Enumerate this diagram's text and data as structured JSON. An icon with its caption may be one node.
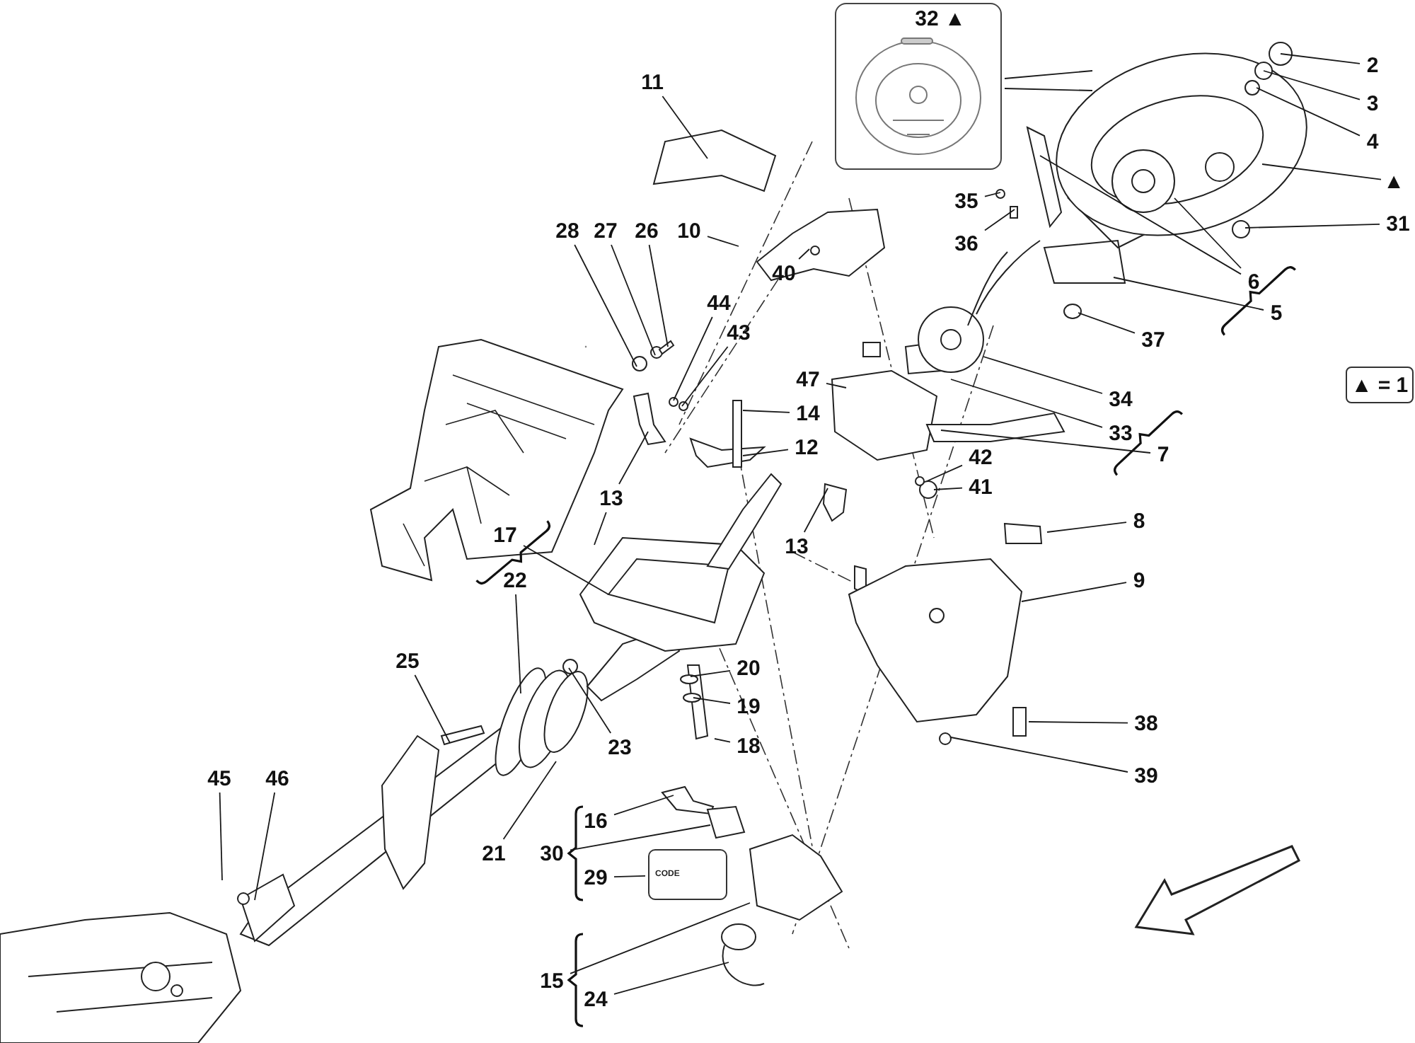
{
  "diagram": {
    "nodes": [
      {
        "text": [],
        "shape": "box"
      },
      {
        "text": [
          "32 ▲"
        ],
        "in": 0
      },
      {
        "text": [
          "2"
        ]
      },
      {
        "text": [
          "3"
        ]
      },
      {
        "text": [
          "11"
        ]
      },
      {
        "text": [
          "4"
        ]
      },
      {
        "text": [
          "▲"
        ]
      },
      {
        "text": [
          "35"
        ]
      },
      {
        "text": [
          "31"
        ]
      },
      {
        "text": [
          "10"
        ]
      },
      {
        "text": [
          "26"
        ]
      },
      {
        "text": [
          "27"
        ]
      },
      {
        "text": [
          "28"
        ]
      },
      {
        "text": [
          "36"
        ]
      },
      {
        "text": [
          "40"
        ]
      },
      {
        "text": [
          "6"
        ]
      },
      {
        "text": [
          "5"
        ]
      },
      {
        "text": [
          "44"
        ]
      },
      {
        "text": [
          "43"
        ]
      },
      {
        "text": [
          "37"
        ]
      },
      {
        "text": [
          "47"
        ]
      },
      {
        "text": [
          "▲ = 1"
        ]
      },
      {
        "text": [
          "34"
        ]
      },
      {
        "text": [
          "14"
        ]
      },
      {
        "text": [
          "33"
        ]
      },
      {
        "text": [
          "12"
        ]
      },
      {
        "text": [
          "7"
        ]
      },
      {
        "text": [
          "42"
        ]
      },
      {
        "text": [
          "41"
        ]
      },
      {
        "text": [
          "13"
        ]
      },
      {
        "text": [
          "13"
        ]
      },
      {
        "text": [
          "8"
        ]
      },
      {
        "text": [
          "17"
        ]
      },
      {
        "text": [
          "22"
        ]
      },
      {
        "text": [
          "9"
        ]
      },
      {
        "text": [
          "25"
        ]
      },
      {
        "text": [
          "20"
        ]
      },
      {
        "text": [
          "19"
        ]
      },
      {
        "text": [
          "18"
        ]
      },
      {
        "text": [
          "23"
        ]
      },
      {
        "text": [
          "38"
        ]
      },
      {
        "text": [
          "39"
        ]
      },
      {
        "text": [
          "45"
        ]
      },
      {
        "text": [
          "46"
        ]
      },
      {
        "text": [
          "16"
        ]
      },
      {
        "text": [
          "30"
        ]
      },
      {
        "text": [
          "21"
        ]
      },
      {
        "text": [
          "29"
        ]
      },
      {
        "text": [
          "15"
        ]
      },
      {
        "text": [
          "24"
        ]
      },
      {
        "text": [
          "CODE"
        ]
      }
    ],
    "edges": [
      {
        "from": 0,
        "to": null,
        "arrow": "none"
      },
      {
        "from": 0,
        "to": null,
        "arrow": "none"
      },
      {
        "from": 1,
        "to": null,
        "arrow": "none"
      },
      {
        "from": 2,
        "to": null,
        "arrow": "none"
      },
      {
        "from": 3,
        "to": null,
        "arrow": "none"
      },
      {
        "from": 4,
        "to": null,
        "arrow": "none"
      },
      {
        "from": 5,
        "to": null,
        "arrow": "none"
      },
      {
        "from": 6,
        "to": null,
        "arrow": "none"
      },
      {
        "from": 7,
        "to": null,
        "arrow": "none"
      },
      {
        "from": 8,
        "to": null,
        "arrow": "none"
      },
      {
        "from": 9,
        "to": null,
        "arrow": "none"
      },
      {
        "from": 10,
        "to": null,
        "arrow": "none"
      },
      {
        "from": 11,
        "to": null,
        "arrow": "none"
      },
      {
        "from": 12,
        "to": null,
        "arrow": "none"
      },
      {
        "from": 13,
        "to": null,
        "arrow": "none"
      },
      {
        "from": 14,
        "to": null,
        "arrow": "none"
      },
      {
        "from": 15,
        "to": null,
        "arrow": "none"
      },
      {
        "from": 15,
        "to": null,
        "arrow": "none"
      },
      {
        "from": 16,
        "to": null,
        "arrow": "none"
      },
      {
        "from": 17,
        "to": null,
        "arrow": "none"
      },
      {
        "from": 18,
        "to": null,
        "arrow": "none"
      },
      {
        "from": 19,
        "to": null,
        "arrow": "none"
      },
      {
        "from": 20,
        "to": null,
        "arrow": "none"
      },
      {
        "from": 22,
        "to": null,
        "arrow": "none"
      },
      {
        "from": 23,
        "to": null,
        "arrow": "none"
      },
      {
        "from": 24,
        "to": null,
        "arrow": "none"
      },
      {
        "from": 25,
        "to": null,
        "arrow": "none"
      },
      {
        "from": 26,
        "to": null,
        "arrow": "none"
      },
      {
        "from": 27,
        "to": null,
        "arrow": "none"
      },
      {
        "from": 28,
        "to": null,
        "arrow": "none"
      },
      {
        "from": 29,
        "to": null,
        "arrow": "none"
      },
      {
        "from": 29,
        "to": null,
        "arrow": "none"
      },
      {
        "from": 30,
        "to": null,
        "arrow": "none"
      },
      {
        "from": 31,
        "to": null,
        "arrow": "none"
      },
      {
        "from": 32,
        "to": null,
        "arrow": "none"
      },
      {
        "from": 33,
        "to": null,
        "arrow": "none"
      },
      {
        "from": 34,
        "to": null,
        "arrow": "none"
      },
      {
        "from": 35,
        "to": null,
        "arrow": "none"
      },
      {
        "from": 36,
        "to": null,
        "arrow": "none"
      },
      {
        "from": 37,
        "to": null,
        "arrow": "none"
      },
      {
        "from": 38,
        "to": null,
        "arrow": "none"
      },
      {
        "from": 39,
        "to": null,
        "arrow": "none"
      },
      {
        "from": 40,
        "to": null,
        "arrow": "none"
      },
      {
        "from": 41,
        "to": null,
        "arrow": "none"
      },
      {
        "from": 42,
        "to": null,
        "arrow": "none"
      },
      {
        "from": 43,
        "to": null,
        "arrow": "none"
      },
      {
        "from": 44,
        "to": null,
        "arrow": "none"
      },
      {
        "from": 45,
        "to": null,
        "arrow": "none"
      },
      {
        "from": 46,
        "to": null,
        "arrow": "none"
      },
      {
        "from": 47,
        "to": 50,
        "arrow": "none"
      },
      {
        "from": 48,
        "to": null,
        "arrow": "none"
      },
      {
        "from": 49,
        "to": null,
        "arrow": "none"
      }
    ]
  }
}
